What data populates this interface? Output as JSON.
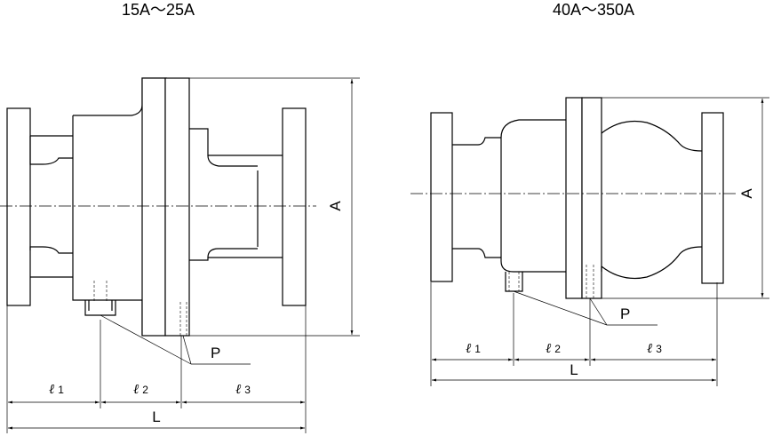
{
  "left": {
    "title": "15A～25A",
    "dim_A": "A",
    "port_P": "P",
    "l1": {
      "sym": "ℓ",
      "num": "1"
    },
    "l2": {
      "sym": "ℓ",
      "num": "2"
    },
    "l3": {
      "sym": "ℓ",
      "num": "3"
    },
    "L": "L"
  },
  "right": {
    "title": "40A～350A",
    "dim_A": "A",
    "port_P": "P",
    "l1": {
      "sym": "ℓ",
      "num": "1"
    },
    "l2": {
      "sym": "ℓ",
      "num": "2"
    },
    "l3": {
      "sym": "ℓ",
      "num": "3"
    },
    "L": "L"
  }
}
